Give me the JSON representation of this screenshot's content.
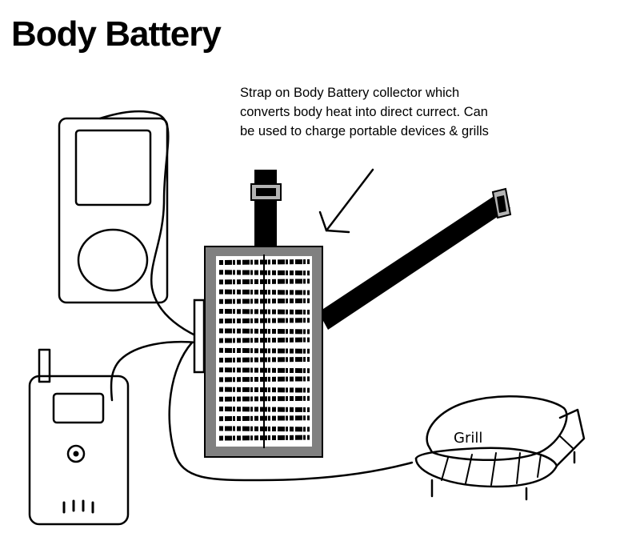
{
  "title": "Body Battery",
  "caption_lines": [
    "Strap on Body Battery collector which",
    "converts body heat into direct currect. Can",
    "be used to charge portable devices & grills"
  ],
  "grill_label": "Grill",
  "colors": {
    "ink": "#000000",
    "panel_frame": "#808080",
    "buckle": "#999999"
  }
}
